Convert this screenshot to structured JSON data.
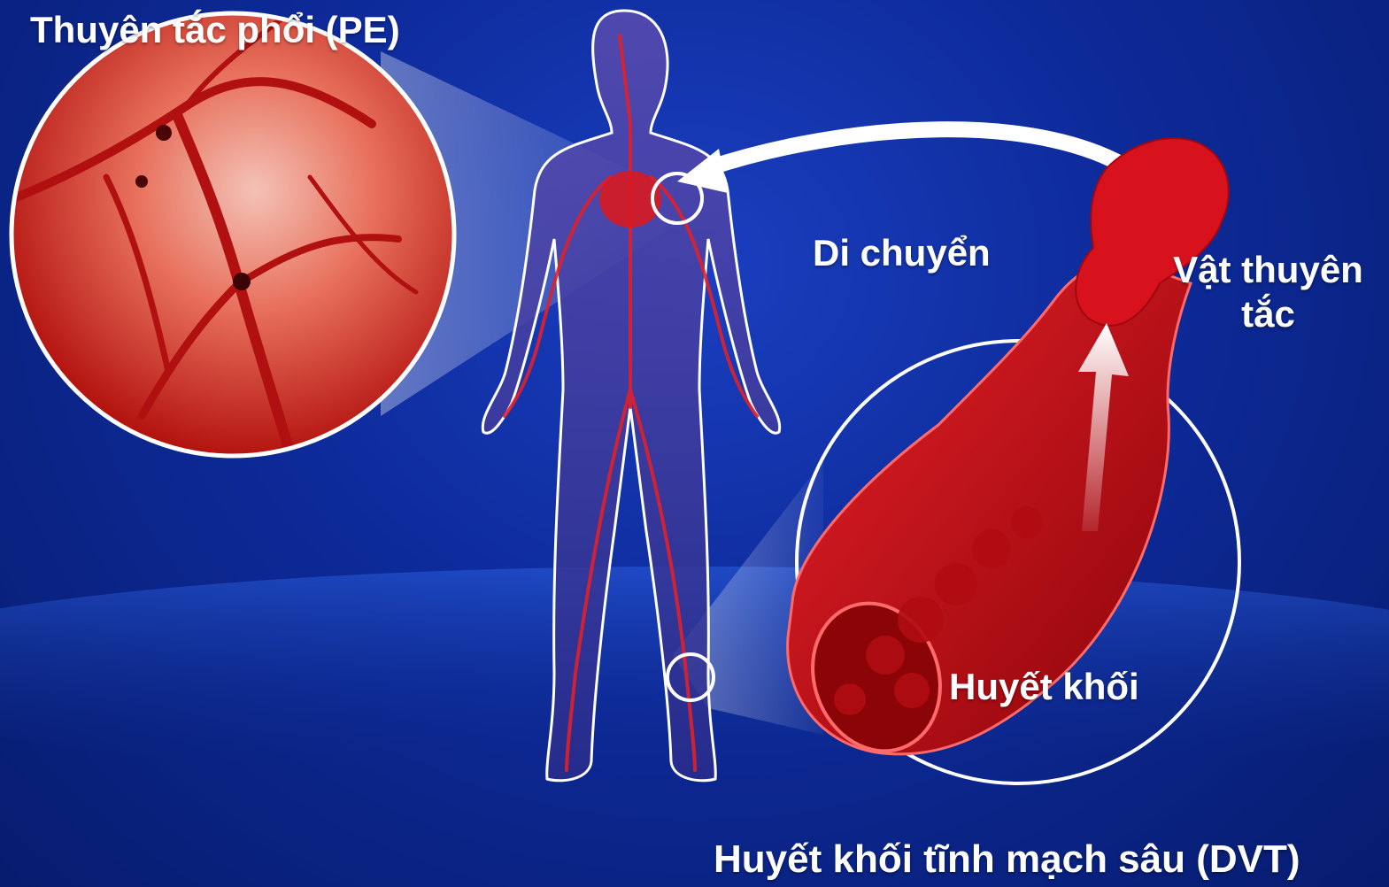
{
  "labels": {
    "pe_title": "Thuyên tắc phổi (PE)",
    "move": "Di chuyển",
    "embolus": "Vật thuyên tắc",
    "clot": "Huyết khối",
    "dvt_title": "Huyết khối tĩnh mạch sâu (DVT)"
  },
  "colors": {
    "background": "#0d2a9a",
    "vessel": "#d0101a",
    "lung_tissue": "#e04a3a",
    "outline": "#ffffff"
  }
}
